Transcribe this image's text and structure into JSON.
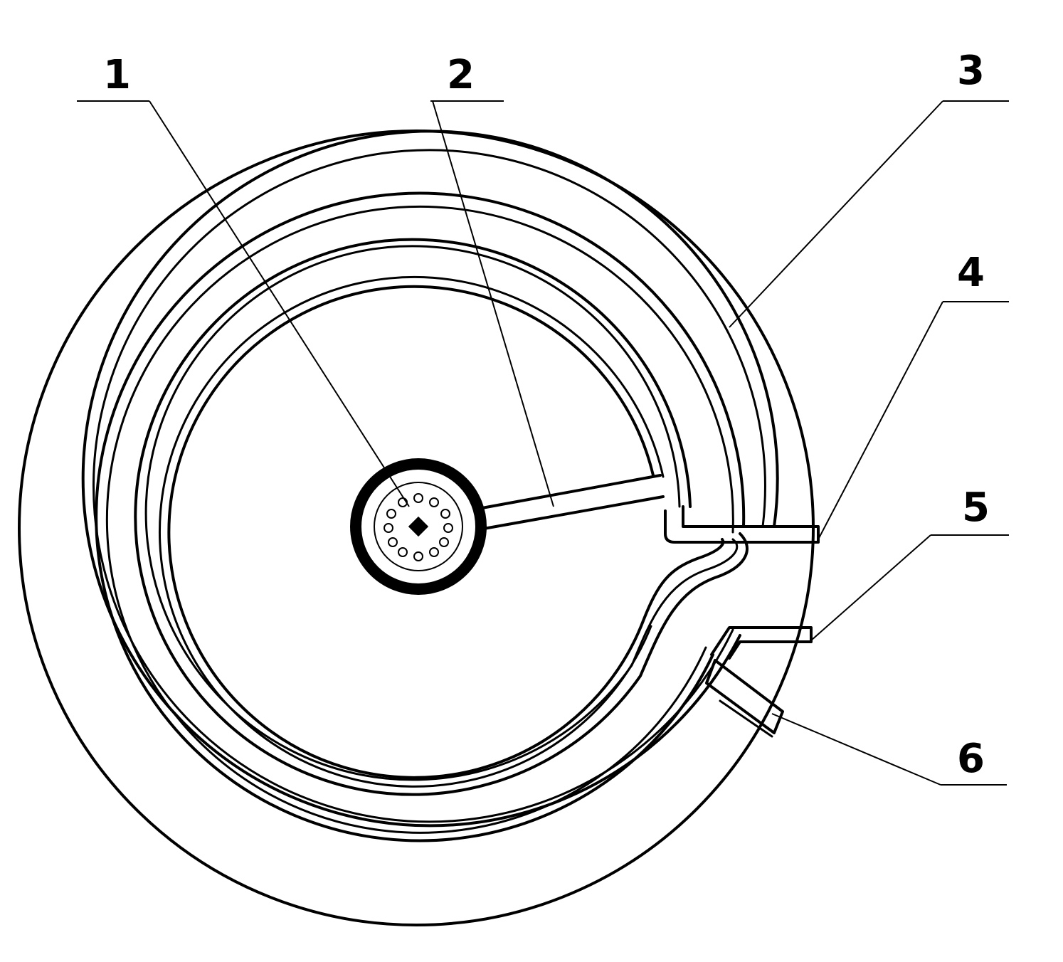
{
  "labels": [
    "1",
    "2",
    "3",
    "4",
    "5",
    "6"
  ]
}
